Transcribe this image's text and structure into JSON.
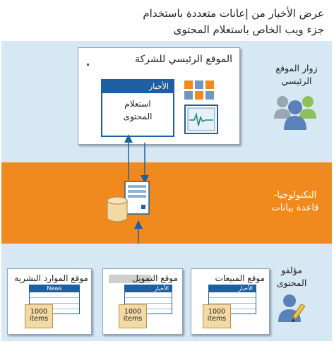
{
  "title": {
    "line1": "عرض الأخبار من إعانات متعددة باستخدام",
    "line2": "جزء ويب الخاص باستعلام المحتوى"
  },
  "main_site": {
    "title": "الموقع الرئيسي للشركة",
    "news_header": "الأخبار",
    "news_body_line1": "استعلام",
    "news_body_line2": "المحتوى"
  },
  "visitors": {
    "line1": "زوار الموقع",
    "line2": "الرئيسي"
  },
  "technology": {
    "line1": "التكنولوجيا-",
    "line2": "قاعدة بيانات"
  },
  "authors": {
    "line1": "مؤلفو",
    "line2": "المحتوى"
  },
  "sites": [
    {
      "title": "موقع المبيعات",
      "list_header": "الأخبار",
      "count": "1000",
      "unit": "items"
    },
    {
      "title": "موقع التمويل",
      "list_header": "الأخبار",
      "count": "1000",
      "unit": "items"
    },
    {
      "title": "موقع الموارد البشرية",
      "list_header": "News",
      "count": "1000",
      "unit": "items"
    }
  ],
  "colors": {
    "band_light": "#d7e8f5",
    "band_orange": "#f08a1e",
    "accent_blue": "#1f5fa0",
    "tile_orange": "#f08a1e",
    "tile_blue": "#6f97c4"
  }
}
